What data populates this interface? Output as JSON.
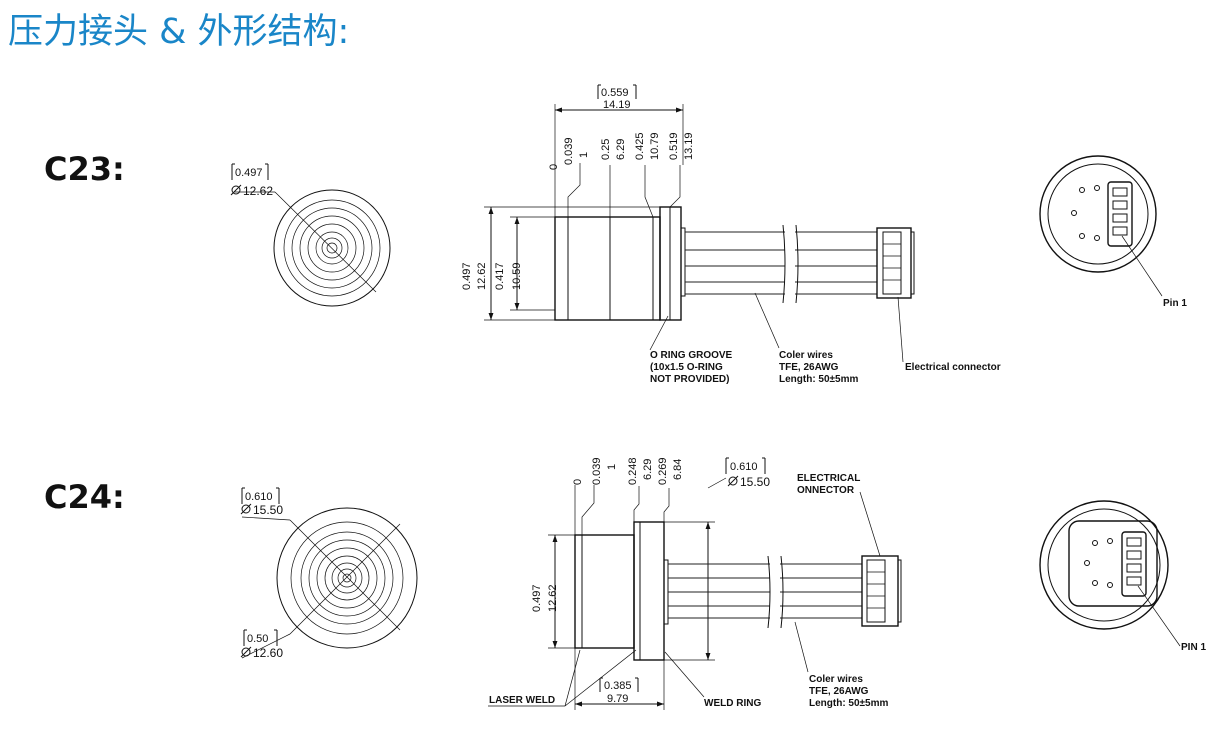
{
  "title": "压力接头 & 外形结构:",
  "colors": {
    "title": "#1a86c8",
    "line": "#111111",
    "background": "#ffffff"
  },
  "c23": {
    "label": "C23:",
    "front": {
      "in": "0.497",
      "mm": "12.62"
    },
    "top_dims": [
      {
        "in": "0.559",
        "mm": "14.19"
      },
      {
        "in": "0.039",
        "mm": "1"
      },
      {
        "in": "0.25",
        "mm": "6.29"
      },
      {
        "in": "0.425",
        "mm": "10.79"
      },
      {
        "in": "0.519",
        "mm": "13.19"
      }
    ],
    "zero": "0",
    "side_dims": [
      {
        "in": "0.497",
        "mm": "12.62"
      },
      {
        "in": "0.417",
        "mm": "10.59"
      }
    ],
    "callouts": {
      "o_ring": [
        "O RING GROOVE",
        "(10x1.5 O-RING",
        "NOT PROVIDED)"
      ],
      "wires": [
        "Coler wires",
        "TFE, 26AWG",
        "Length: 50±5mm"
      ],
      "connector": "Electrical connector",
      "pin": "Pin 1"
    }
  },
  "c24": {
    "label": "C24:",
    "front": [
      {
        "in": "0.610",
        "mm": "15.50"
      },
      {
        "in": "0.50",
        "mm": "12.60"
      }
    ],
    "top_dims": [
      {
        "in": "0.039",
        "mm": "1"
      },
      {
        "in": "0.248",
        "mm": "6.29"
      },
      {
        "in": "0.269",
        "mm": "6.84"
      }
    ],
    "zero": "0",
    "flange": {
      "in": "0.610",
      "mm": "15.50"
    },
    "side_dim": {
      "in": "0.497",
      "mm": "12.62"
    },
    "bottom_dim": {
      "in": "0.385",
      "mm": "9.79"
    },
    "callouts": {
      "connector": [
        "ELECTRICAL",
        "ONNECTOR"
      ],
      "laser_weld": "LASER WELD",
      "weld_ring": "WELD RING",
      "wires": [
        "Coler wires",
        "TFE, 26AWG",
        "Length: 50±5mm"
      ],
      "pin": "PIN 1"
    }
  }
}
